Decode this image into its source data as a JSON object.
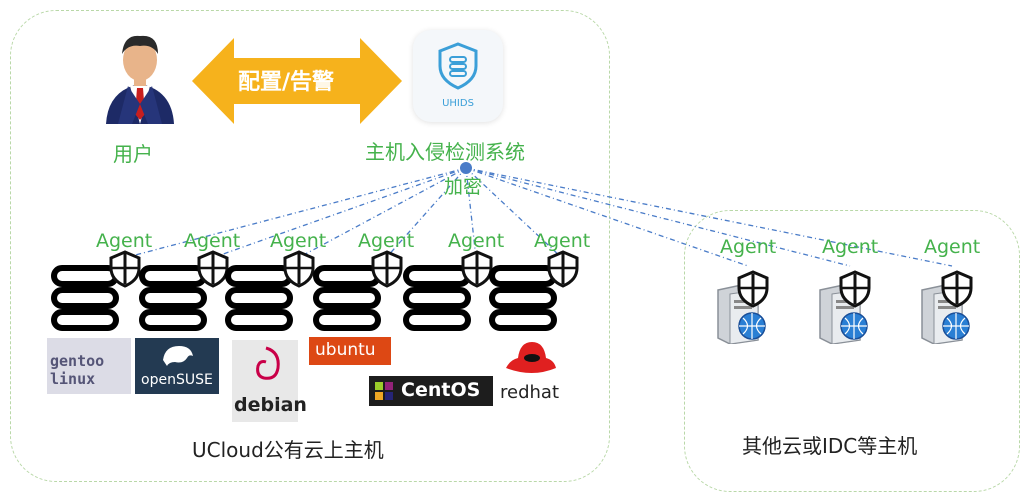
{
  "user": {
    "label": "用户"
  },
  "arrow": {
    "label": "配置/告警"
  },
  "uhids": {
    "logo_text": "UHIDS",
    "label": "主机入侵检测系统",
    "encrypt_label": "加密"
  },
  "agent_label": "Agent",
  "ucloud": {
    "title": "UCloud公有云上主机"
  },
  "other": {
    "title": "其他云或IDC等主机"
  },
  "os_logos": {
    "gentoo": "gentoo linux",
    "opensuse": "openSUSE",
    "debian": "debian",
    "ubuntu": "ubuntu",
    "centos": "CentOS",
    "redhat": "redhat"
  },
  "colors": {
    "accent_green": "#45b24c",
    "arrow_orange": "#f6b21c",
    "uhids_blue": "#3b9fd8",
    "link_blue": "#4a7cc8"
  }
}
